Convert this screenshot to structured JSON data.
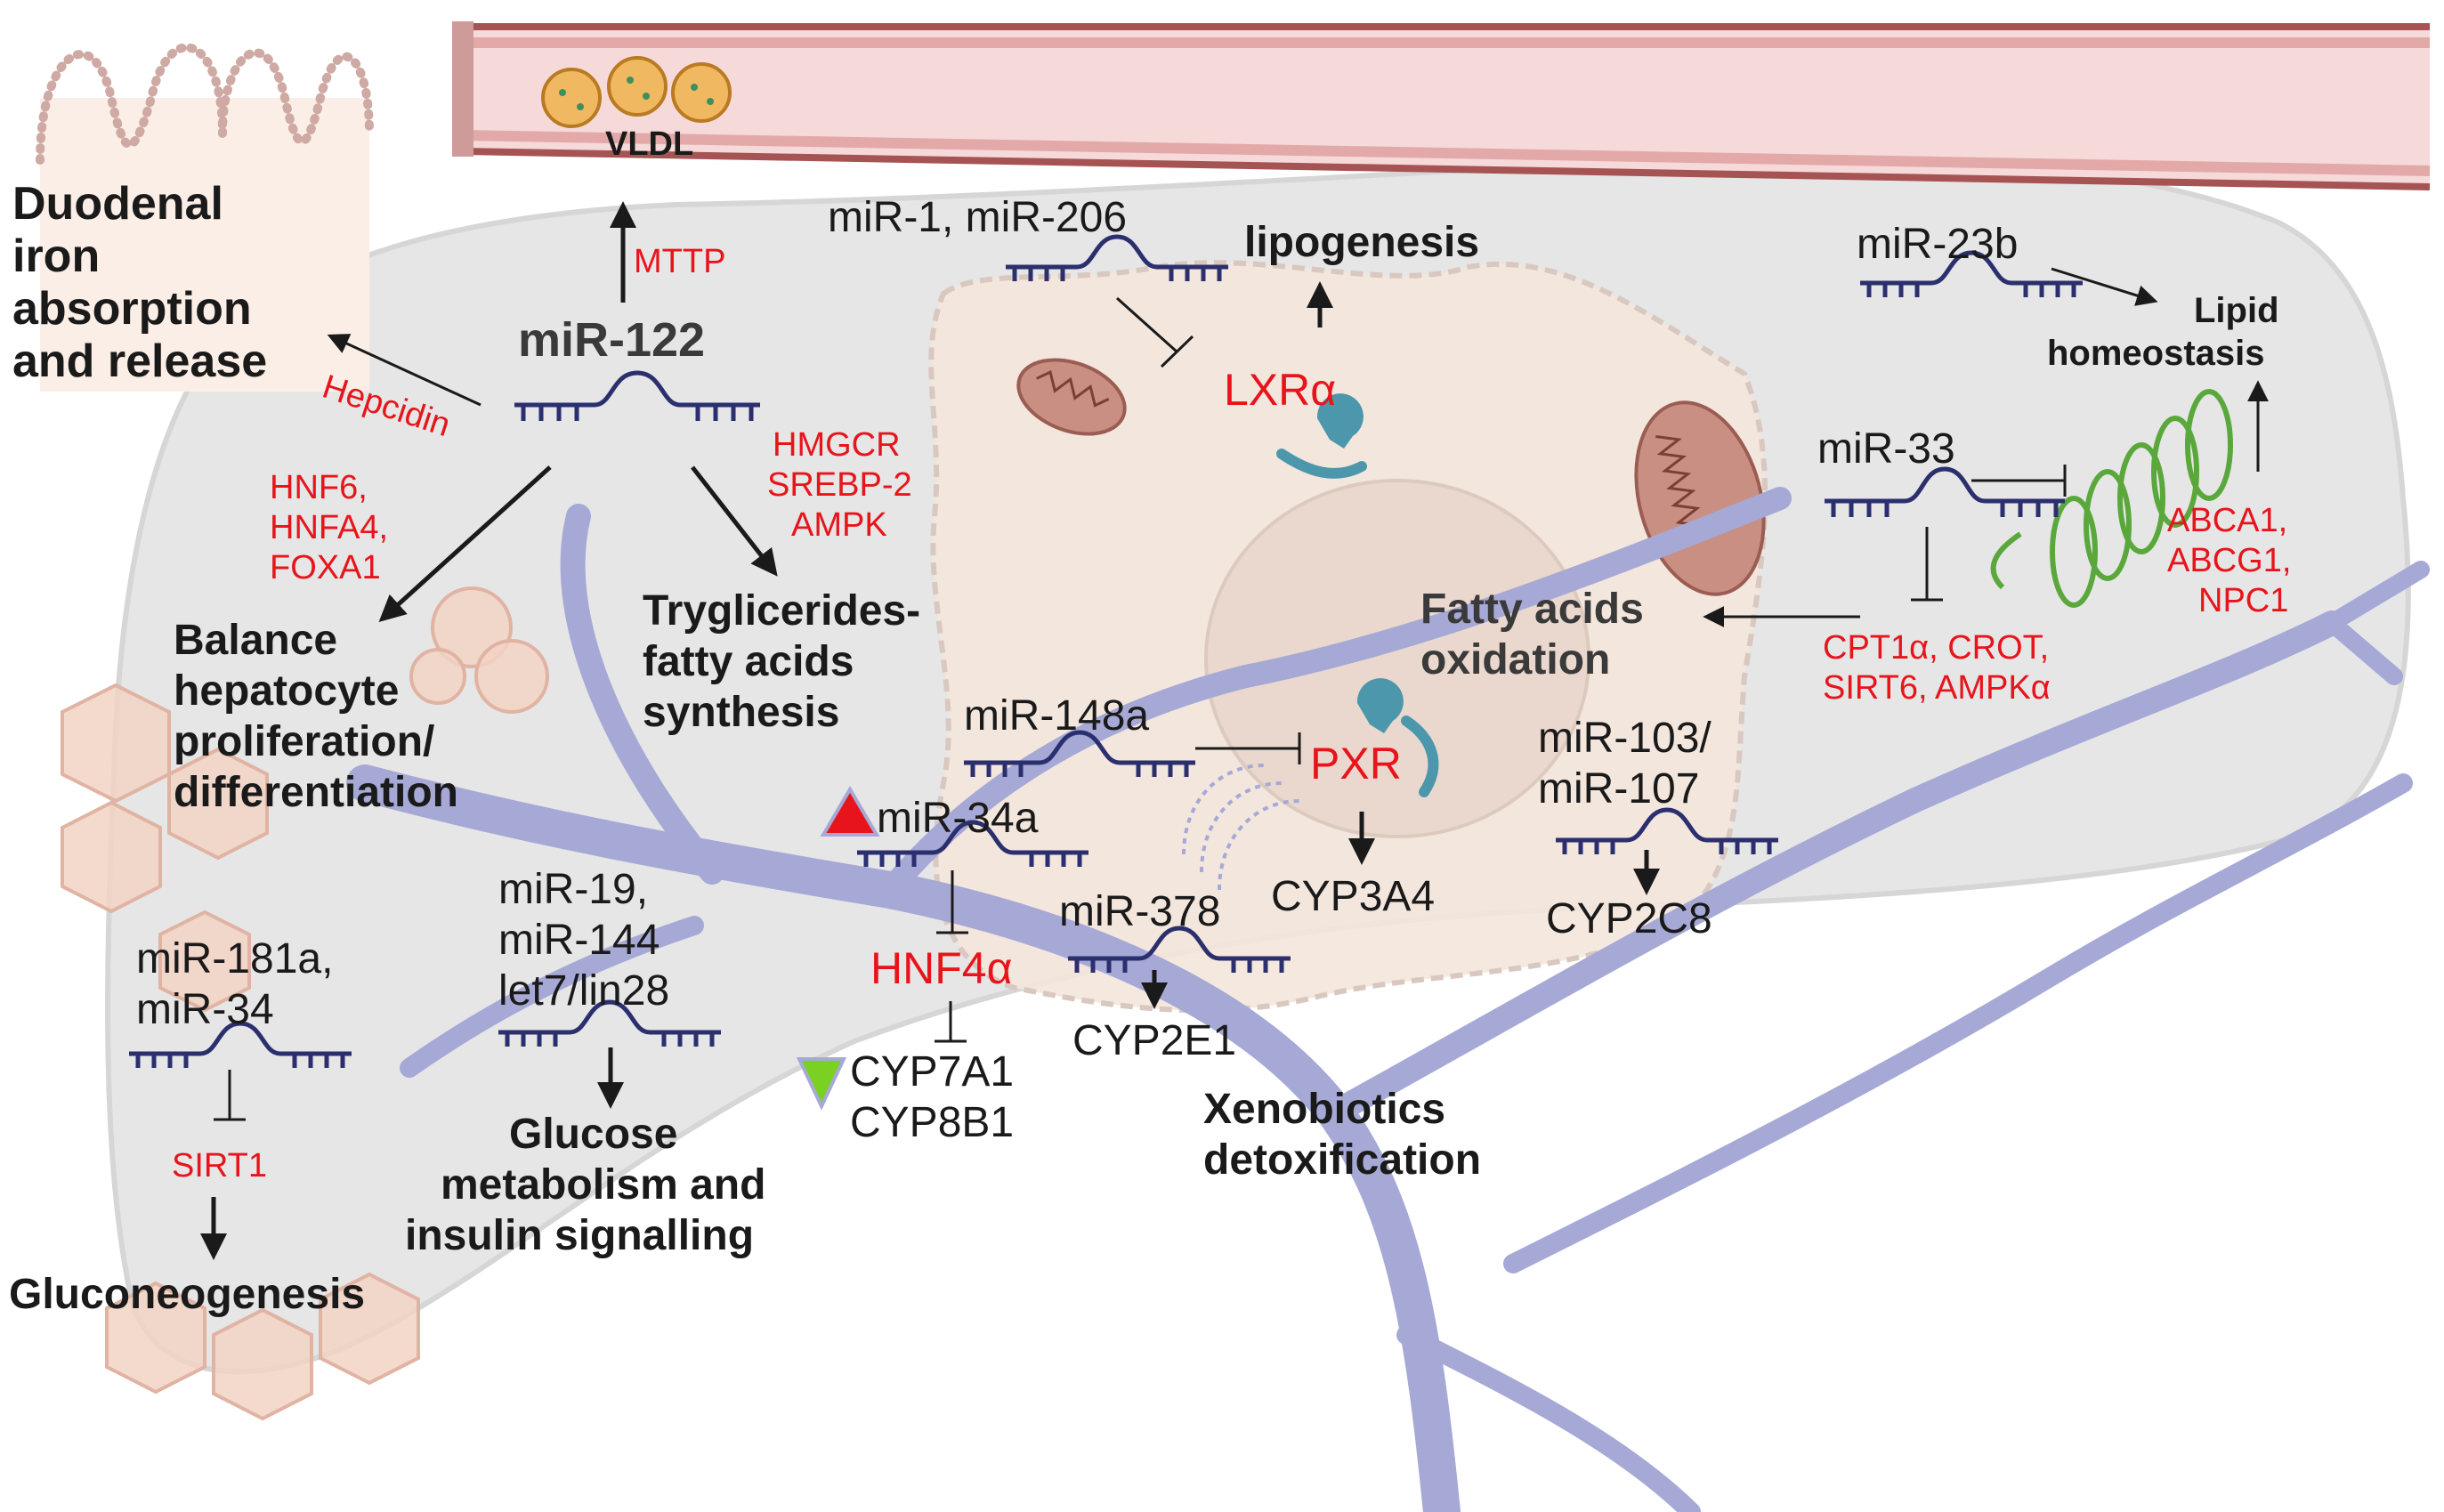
{
  "vessel": {
    "vldl": "VLDL"
  },
  "effects": {
    "duodenal": [
      "Duodenal",
      "iron",
      "absorption",
      "and release"
    ],
    "lipogenesis": "lipogenesis",
    "lipid": [
      "Lipid",
      "homeostasis"
    ],
    "balance": [
      "Balance",
      "hepatocyte",
      "proliferation/",
      "differentiation"
    ],
    "tryg": [
      "Tryglicerides-",
      "fatty acids",
      "synthesis"
    ],
    "fatty_ox": [
      "Fatty acids",
      "oxidation"
    ],
    "glucose": [
      "Glucose",
      "metabolism and",
      "insulin signalling"
    ],
    "xeno": [
      "Xenobiotics",
      "detoxification"
    ],
    "gluconeo": "Gluconeogenesis"
  },
  "mirnas": {
    "mir122": "miR-122",
    "mir1": "miR-1, miR-206",
    "mir23b": "miR-23b",
    "mir33": "miR-33",
    "mir148a": "miR-148a",
    "mir103": [
      "miR-103/",
      "miR-107"
    ],
    "mir34a": "miR-34a",
    "mir378": "miR-378",
    "mir19": [
      "miR-19,",
      "miR-144",
      "let7/lin28"
    ],
    "mir181": [
      "miR-181a,",
      "miR-34"
    ]
  },
  "targets": {
    "mttp": "MTTP",
    "hepcidin": "Hepcidin",
    "hnf": [
      "HNF6,",
      "HNFA4,",
      "FOXA1"
    ],
    "hmgcr": [
      "HMGCR",
      "SREBP-2",
      "AMPK"
    ],
    "lxr": "LXRα",
    "pxr": "PXR",
    "abca": [
      "ABCA1,",
      "ABCG1,",
      "NPC1"
    ],
    "cpt": [
      "CPT1α, CROT,",
      "SIRT6, AMPKα"
    ],
    "hnf4": "HNF4α",
    "sirt1": "SIRT1"
  },
  "genes": {
    "cyp3a4": "CYP3A4",
    "cyp2c8": "CYP2C8",
    "cyp2e1": "CYP2E1",
    "cyp7": [
      "CYP7A1",
      "CYP8B1"
    ]
  },
  "colors": {
    "target_red": "#e8141b",
    "text": "#1a1a1a",
    "mirna_blue": "#2b2f6e",
    "vessel_pink": "#f6d9d9",
    "vein": "#a6a9d6",
    "up_marker": "#e8141b",
    "down_marker": "#7ad122"
  }
}
